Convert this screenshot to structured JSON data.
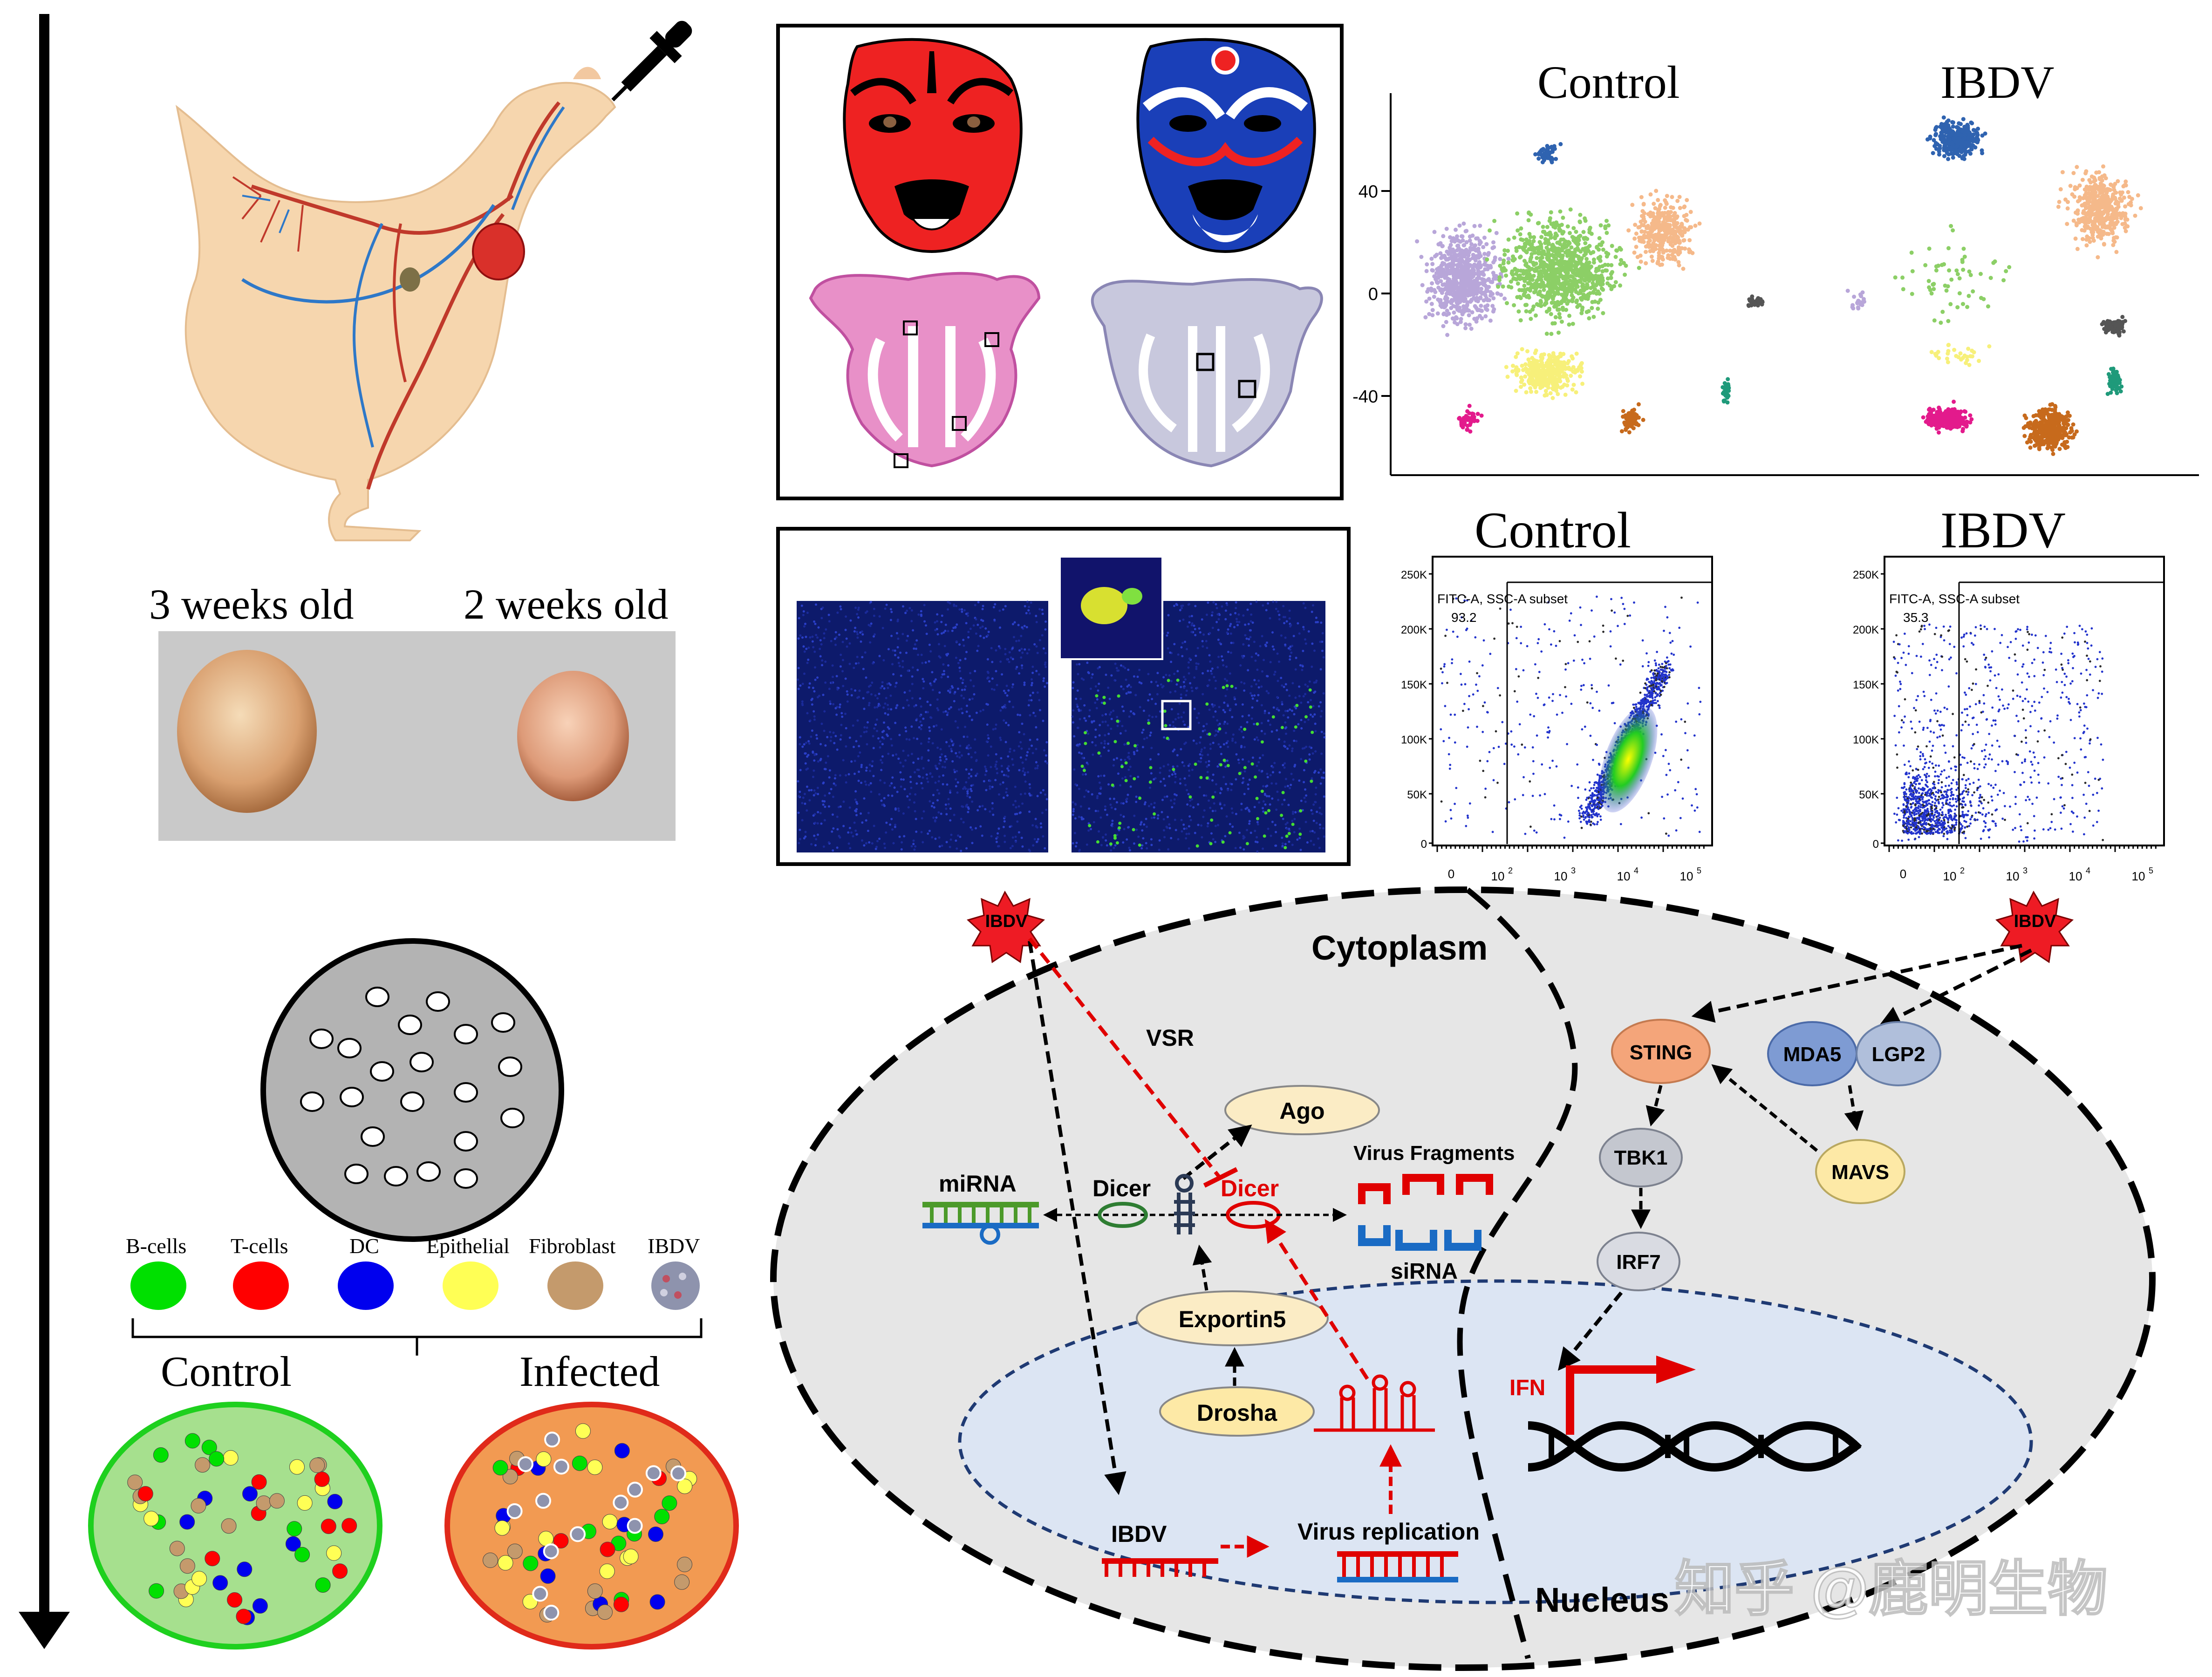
{
  "left_panel": {
    "age_labels": [
      "3 weeks old",
      "2 weeks old"
    ],
    "legend": [
      {
        "label": "B-cells",
        "color": "#00e000"
      },
      {
        "label": "T-cells",
        "color": "#ff0000"
      },
      {
        "label": "DC",
        "color": "#0000ee"
      },
      {
        "label": "Epithelial",
        "color": "#ffff55"
      },
      {
        "label": "Fibroblast",
        "color": "#c49a6c"
      },
      {
        "label": "IBDV",
        "color": "#9aa0b8"
      }
    ],
    "groups": [
      "Control",
      "Infected"
    ]
  },
  "tsne": {
    "titles": [
      "Control",
      "IBDV"
    ],
    "y_ticks": [
      "40",
      "0",
      "-40"
    ]
  },
  "flow": {
    "titles": [
      "Control",
      "IBDV"
    ],
    "gate_label": "FITC-A, SSC-A subset",
    "gate_values": [
      "93.2",
      "35.3"
    ],
    "y_ticks": [
      "250K",
      "200K",
      "150K",
      "100K",
      "50K",
      "0"
    ],
    "x_ticks": [
      "0",
      "10",
      "10",
      "10",
      "10",
      "10"
    ],
    "x_exponents": [
      "",
      "2",
      "3",
      "4",
      "5"
    ]
  },
  "pathway": {
    "cytoplasm": "Cytoplasm",
    "nucleus": "Nucleus",
    "ibdv_badge": "IBDV",
    "vsr": "VSR",
    "ago": "Ago",
    "virus_fragments": "Virus Fragments",
    "mirna": "miRNA",
    "dicer": "Dicer",
    "dicer_red": "Dicer",
    "sirna": "siRNA",
    "exportin5": "Exportin5",
    "drosha": "Drosha",
    "ibdv_rna": "IBDV",
    "virus_replication": "Virus replication",
    "sting": "STING",
    "mda5": "MDA5",
    "lgp2": "LGP2",
    "tbk1": "TBK1",
    "mavs": "MAVS",
    "irf7": "IRF7",
    "ifn": "IFN"
  },
  "watermark": "知乎 @鹿明生物"
}
